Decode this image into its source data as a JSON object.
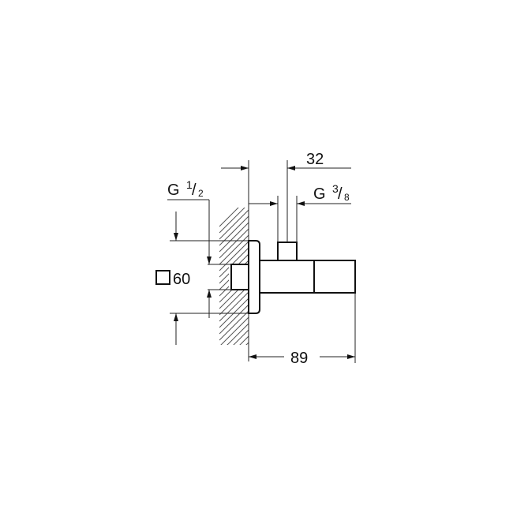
{
  "drawing": {
    "dim_top_width": "32",
    "thread_outlet": {
      "base": "G",
      "num": "3",
      "den": "8"
    },
    "thread_inlet": {
      "base": "G",
      "num": "1",
      "den": "2"
    },
    "rosette_size": "60",
    "rosette_shape_icon": "square-icon",
    "dim_length": "89"
  }
}
